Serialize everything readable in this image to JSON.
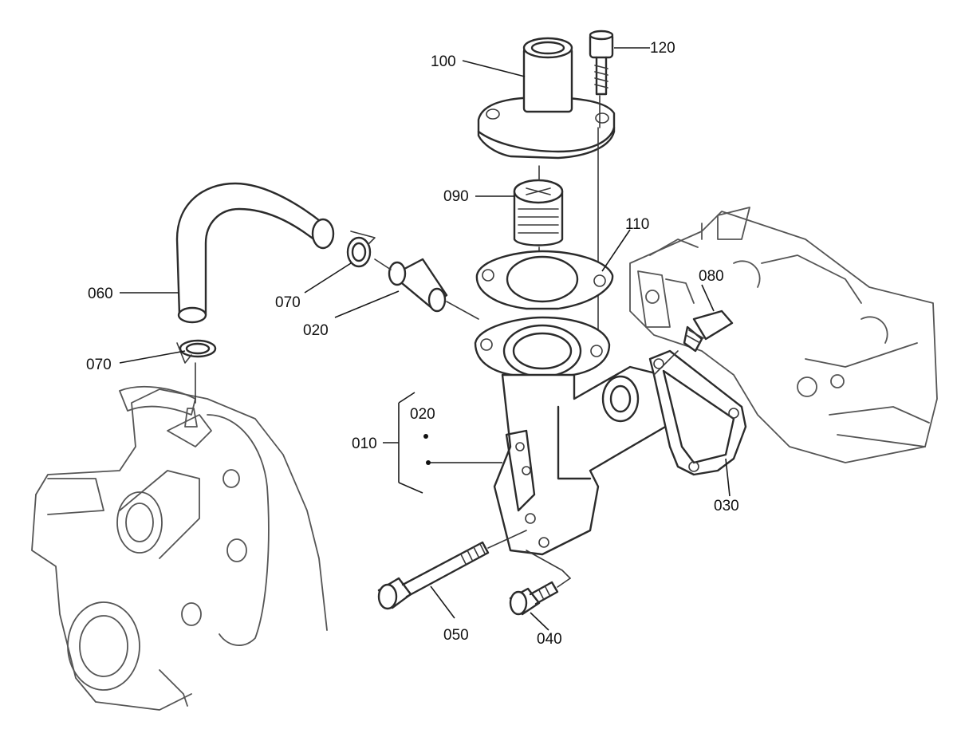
{
  "diagram": {
    "labels": {
      "p100": "100",
      "p120": "120",
      "p090": "090",
      "p110": "110",
      "p080": "080",
      "p060": "060",
      "p070_upper": "070",
      "p070_lower": "070",
      "p020_hose": "020",
      "p020_bracket": "020",
      "p010": "010",
      "p030": "030",
      "p050": "050",
      "p040": "040"
    }
  }
}
